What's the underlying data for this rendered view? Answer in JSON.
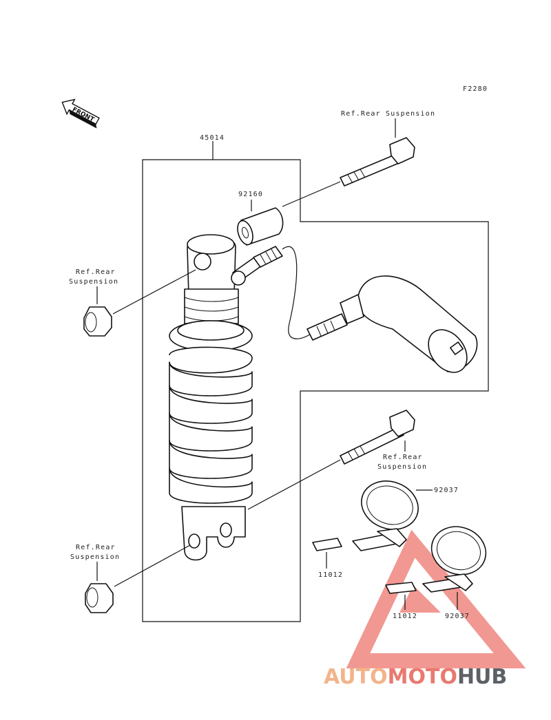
{
  "diagram_code": "F2280",
  "front_label": "FRONT",
  "parts": {
    "shock_assembly": "45014",
    "bushing": "92160",
    "band_upper": "92037",
    "band_lower": "92037",
    "plate_left": "11012",
    "plate_right": "11012"
  },
  "references": {
    "top_bolt_line1": "Ref.Rear Suspension",
    "nut_upper_line1": "Ref.Rear",
    "nut_upper_line2": "Suspension",
    "mid_bolt_line1": "Ref.Rear",
    "mid_bolt_line2": "Suspension",
    "nut_lower_line1": "Ref.Rear",
    "nut_lower_line2": "Suspension"
  },
  "watermark": {
    "part1": "AUTO",
    "part2": "MOTO",
    "part3": "HUB",
    "color1": "#f2b48a",
    "color2": "#e87a70",
    "color3": "#5d6166"
  }
}
